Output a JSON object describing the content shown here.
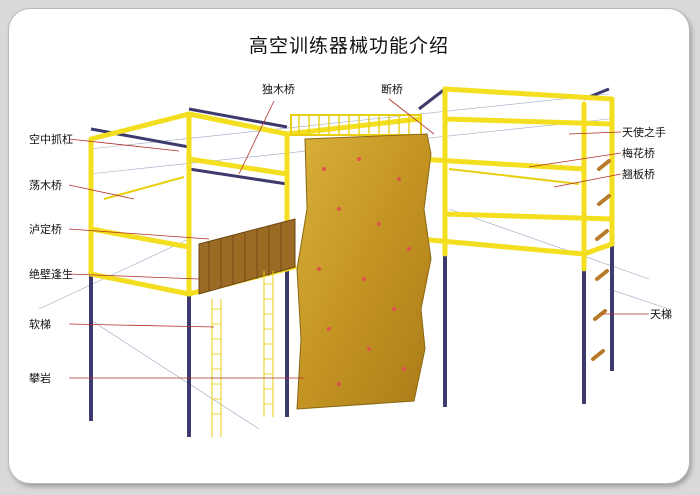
{
  "title": "高空训练器械功能介绍",
  "colors": {
    "frame_yellow": "#f3df1f",
    "frame_edge": "#b49b08",
    "post_purple": "#3d3a6e",
    "wall_gold": "#c89d2a",
    "panel_brown": "#9b6a24",
    "leader_red": "#b0302a"
  },
  "labels": {
    "left": [
      "空中抓杠",
      "荡木桥",
      "泸定桥",
      "绝壁逢生",
      "软梯",
      "攀岩"
    ],
    "top": [
      "独木桥",
      "断桥"
    ],
    "right": [
      "天使之手",
      "梅花桥",
      "翘板桥",
      "天梯"
    ]
  }
}
